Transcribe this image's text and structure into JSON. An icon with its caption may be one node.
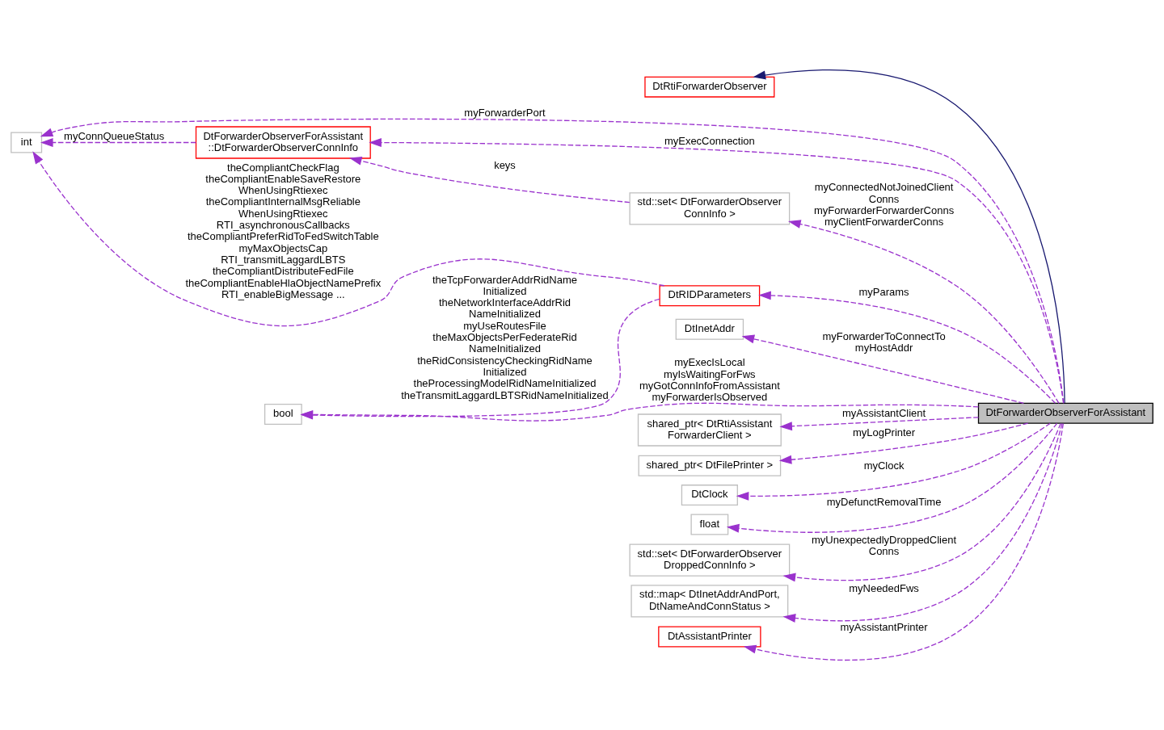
{
  "diagram": {
    "nodes": [
      {
        "text": [
          "DtRtiForwarderObserver"
        ]
      },
      {
        "text": [
          "int"
        ]
      },
      {
        "text": [
          "DtForwarderObserverForAssistant ::DtForwarderObserverConnInfo"
        ]
      },
      {
        "text": [
          "std::set< DtForwarderObserver ConnInfo >"
        ]
      },
      {
        "text": [
          "DtRIDParameters"
        ]
      },
      {
        "text": [
          "DtInetAddr"
        ]
      },
      {
        "text": [
          "bool"
        ]
      },
      {
        "text": [
          "DtForwarderObserverForAssistant"
        ]
      },
      {
        "text": [
          "shared_ptr< DtRtiAssistant ForwarderClient >"
        ]
      },
      {
        "text": [
          "shared_ptr< DtFilePrinter >"
        ]
      },
      {
        "text": [
          "DtClock"
        ]
      },
      {
        "text": [
          "float"
        ]
      },
      {
        "text": [
          "std::set< DtForwarderObserver DroppedConnInfo >"
        ]
      },
      {
        "text": [
          "std::map< DtInetAddrAndPort, DtNameAndConnStatus >"
        ]
      },
      {
        "text": [
          "DtAssistantPrinter"
        ]
      }
    ],
    "edges": [
      {
        "from": 7,
        "to": 0,
        "arrow": "to",
        "color": "#191970"
      },
      {
        "from": 7,
        "to": 1,
        "arrow": "to",
        "style": "dashed",
        "label": "myForwarderPort"
      },
      {
        "from": 2,
        "to": 1,
        "arrow": "to",
        "style": "dashed",
        "label": "myConnQueueStatus"
      },
      {
        "from": 4,
        "to": 1,
        "arrow": "to",
        "style": "dashed",
        "label": "theCompliantCheckFlag theCompliantEnableSaveRestore WhenUsingRtiexec theCompliantInternalMsgReliable WhenUsingRtiexec RTI_asynchronousCallbacks theCompliantPreferRidToFedSwitchTable myMaxObjectsCap RTI_transmitLaggardLBTS theCompliantDistributeFedFile theCompliantEnableHlaObjectNamePrefix RTI_enableBigMessage ..."
      },
      {
        "from": 7,
        "to": 2,
        "arrow": "to",
        "style": "dashed",
        "label": "myExecConnection"
      },
      {
        "from": 3,
        "to": 2,
        "arrow": "to",
        "style": "dashed",
        "label": "keys"
      },
      {
        "from": 7,
        "to": 3,
        "arrow": "to",
        "style": "dashed",
        "label": "myConnectedNotJoinedClient Conns myForwarderForwarderConns myClientForwarderConns"
      },
      {
        "from": 7,
        "to": 4,
        "arrow": "to",
        "style": "dashed",
        "label": "myParams"
      },
      {
        "from": 4,
        "to": 6,
        "arrow": "to",
        "style": "dashed",
        "label": "theTcpForwarderAddrRidName Initialized theNetworkInterfaceAddrRid NameInitialized myUseRoutesFile theMaxObjectsPerFederateRid NameInitialized theRidConsistencyCheckingRidName Initialized theProcessingModelRidNameInitialized theTransmitLaggardLBTSRidNameInitialized"
      },
      {
        "from": 7,
        "to": 6,
        "arrow": "to",
        "style": "dashed",
        "label": "myExecIsLocal myIsWaitingForFws myGotConnInfoFromAssistant myForwarderIsObserved"
      },
      {
        "from": 7,
        "to": 5,
        "arrow": "to",
        "style": "dashed",
        "label": "myForwarderToConnectTo myHostAddr"
      },
      {
        "from": 7,
        "to": 8,
        "arrow": "to",
        "style": "dashed",
        "label": "myAssistantClient"
      },
      {
        "from": 7,
        "to": 9,
        "arrow": "to",
        "style": "dashed",
        "label": "myLogPrinter"
      },
      {
        "from": 7,
        "to": 10,
        "arrow": "to",
        "style": "dashed",
        "label": "myClock"
      },
      {
        "from": 7,
        "to": 11,
        "arrow": "to",
        "style": "dashed",
        "label": "myDefunctRemovalTime"
      },
      {
        "from": 7,
        "to": 12,
        "arrow": "to",
        "style": "dashed",
        "label": "myUnexpectedlyDroppedClient Conns"
      },
      {
        "from": 7,
        "to": 13,
        "arrow": "to",
        "style": "dashed",
        "label": "myNeededFws"
      },
      {
        "from": 7,
        "to": 14,
        "arrow": "to",
        "style": "dashed",
        "label": "myAssistantPrinter"
      }
    ]
  }
}
